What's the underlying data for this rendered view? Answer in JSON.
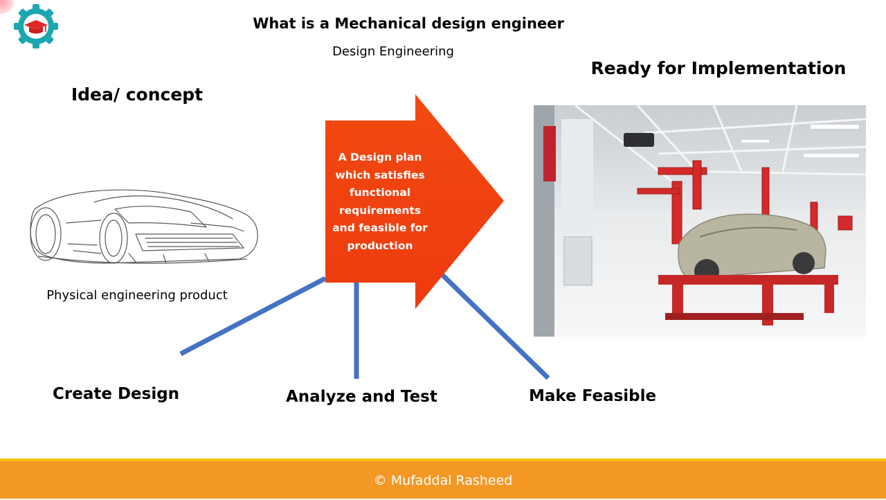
{
  "slide": {
    "title": "What is a Mechanical design engineer",
    "subtitle": "Design Engineering"
  },
  "left": {
    "heading": "Idea/ concept",
    "caption": "Physical engineering product"
  },
  "right": {
    "heading": "Ready for Implementation"
  },
  "arrow": {
    "lines": [
      "A Design  plan",
      "which satisfies",
      "functional",
      "requirements",
      "and feasible for",
      "production"
    ]
  },
  "steps": {
    "create": "Create Design",
    "analyze": "Analyze and Test",
    "feasible": "Make Feasible"
  },
  "footer": {
    "credit": "© Mufaddal Rasheed"
  },
  "colors": {
    "arrow": "#f03c10",
    "connector": "#4472c4",
    "footer": "#f49825",
    "footer_line": "#f9c000",
    "logo_gear": "#1ba6b0",
    "logo_cap": "#e02828"
  },
  "icons": {
    "logo": "graduation-cap-gear-icon"
  }
}
